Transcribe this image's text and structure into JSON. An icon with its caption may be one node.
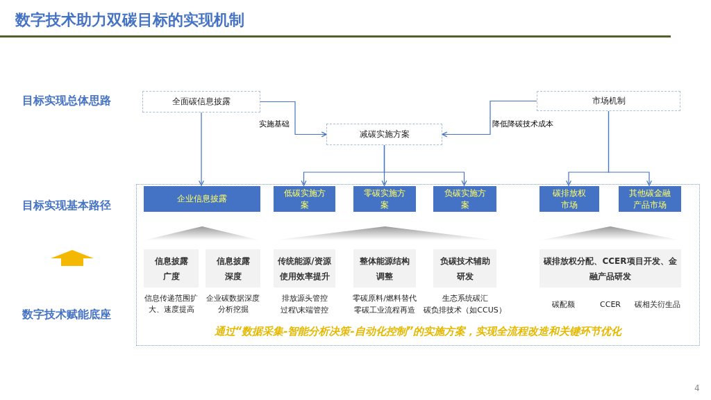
{
  "diagram": {
    "title": "数字技术助力双碳目标的实现机制",
    "nodes": [
      {
        "text": [
          "全面碳信息披露"
        ]
      },
      {
        "text": [
          "减碳实施方案"
        ]
      },
      {
        "text": [
          "市场机制"
        ]
      },
      {
        "text": [
          "通过“数据采集-智能分析决策-自动化控制”的实施方案，实现全流程改造和关键环节优化"
        ]
      },
      {
        "text": [
          "企业信息披露"
        ],
        "in": 3
      },
      {
        "text": [
          "低碳实施方案"
        ],
        "in": 3
      },
      {
        "text": [
          "零碳实施方案"
        ],
        "in": 3
      },
      {
        "text": [
          "负碳实施方案"
        ],
        "in": 3
      },
      {
        "text": [
          "碳排放权市场"
        ],
        "in": 3
      },
      {
        "text": [
          "其他碳金融产品市场"
        ],
        "in": 3
      },
      {
        "text": [
          "信息披露广度"
        ],
        "in": 3,
        "beside": [
          "信息传递范围扩大、速度提高"
        ]
      },
      {
        "text": [
          "信息披露深度"
        ],
        "in": 3,
        "beside": [
          "企业碳数据深度分析挖掘"
        ]
      },
      {
        "text": [
          "传统能源/资源使用效率提升"
        ],
        "in": 3,
        "beside": [
          "排放源头管控",
          "过程\\末端管控"
        ]
      },
      {
        "text": [
          "整体能源结构调整"
        ],
        "in": 3,
        "beside": [
          "零碳原料/燃料替代",
          "零碳工业流程再造"
        ]
      },
      {
        "text": [
          "负碳技术辅助研发"
        ],
        "in": 3,
        "beside": [
          "生态系统碳汇",
          "碳负排技术（如CCUS）"
        ]
      },
      {
        "text": [
          "碳排放权分配、CCER项目开发、金融产品研发"
        ],
        "in": 3,
        "beside": [
          "碳配额",
          "CCER",
          "碳相关衍生品"
        ]
      },
      {
        "text": [],
        "shape": "triangle",
        "in": 3
      },
      {
        "text": [],
        "shape": "triangle",
        "in": 3
      },
      {
        "text": [],
        "shape": "triangle",
        "in": 3
      }
    ],
    "edges": [
      {
        "from": 0,
        "to": 1,
        "arrow": "to",
        "label": "实施基础"
      },
      {
        "from": 2,
        "to": 1,
        "arrow": "to",
        "label": "降低降碳技术成本"
      },
      {
        "from": 0,
        "to": 4,
        "arrow": "to"
      },
      {
        "from": 1,
        "to": 5,
        "arrow": "to"
      },
      {
        "from": 1,
        "to": 6,
        "arrow": "to"
      },
      {
        "from": 1,
        "to": 7,
        "arrow": "to"
      },
      {
        "from": 2,
        "to": 8,
        "arrow": "to"
      },
      {
        "from": 2,
        "to": 9,
        "arrow": "to"
      }
    ],
    "labels": [
      "目标实现总体思路",
      "目标实现基本路径",
      "数字技术赋能底座",
      "4"
    ]
  }
}
